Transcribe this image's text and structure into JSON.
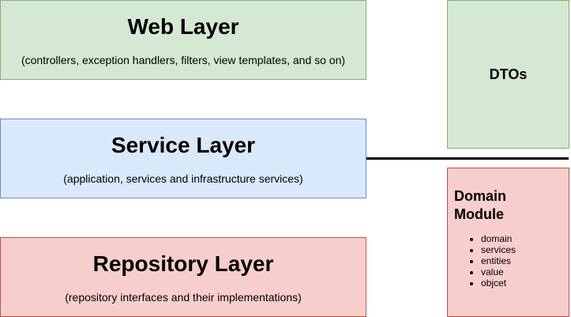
{
  "web_layer": {
    "title": "Web Layer",
    "description": "(controllers, exception handlers, filters, view templates, and so on)"
  },
  "service_layer": {
    "title": "Service Layer",
    "description": "(application, services and infrastructure services)"
  },
  "repository_layer": {
    "title": "Repository Layer",
    "description": "(repository interfaces and their implementations)"
  },
  "dtos": {
    "title": "DTOs"
  },
  "domain_module": {
    "title": "Domain Module",
    "items": [
      "domain",
      "services",
      "entities",
      "value",
      "objcet"
    ]
  },
  "colors": {
    "green_fill": "#d5e8d4",
    "green_border": "#82b366",
    "blue_fill": "#dae8fc",
    "blue_border": "#6c8ebf",
    "red_fill": "#f8cecc",
    "red_border": "#b85450",
    "connector": "#000000"
  }
}
